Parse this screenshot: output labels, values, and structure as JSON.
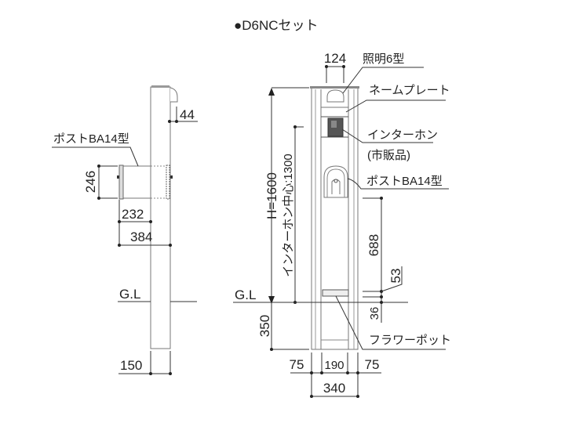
{
  "title": "●D6NCセット",
  "side_view": {
    "post_label": "ポストBA14型",
    "dim_44": "44",
    "dim_246": "246",
    "dim_232": "232",
    "dim_384": "384",
    "gl": "G.L",
    "dim_150": "150"
  },
  "front_view": {
    "dim_124": "124",
    "light_label": "照明6型",
    "nameplate_label": "ネームプレート",
    "intercom_label": "インターホン",
    "intercom_note": "(市販品)",
    "post_label": "ポストBA14型",
    "height": "H=1600",
    "intercom_center": "インターホン中心:1300",
    "gl": "G.L",
    "dim_350": "350",
    "dim_688": "688",
    "dim_53": "53",
    "dim_36": "36",
    "flowerpot_label": "フラワーポット",
    "dim_75_left": "75",
    "dim_190": "190",
    "dim_75_right": "75",
    "dim_340": "340"
  }
}
